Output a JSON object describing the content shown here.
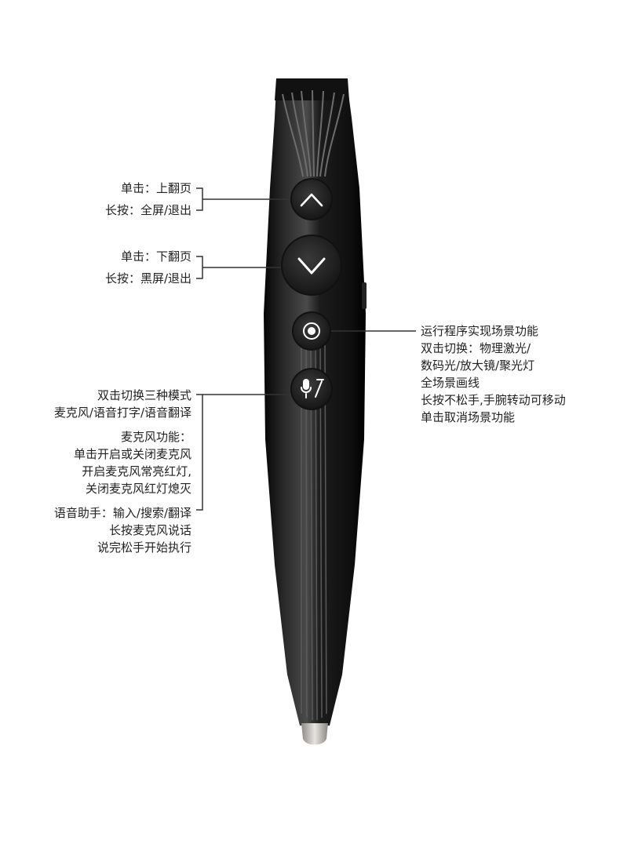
{
  "annotations": {
    "up": {
      "line1": "单击：上翻页",
      "line2": "长按：全屏/退出"
    },
    "down": {
      "line1": "单击：下翻页",
      "line2": "长按：黑屏/退出"
    },
    "laser": {
      "lines": [
        "运行程序实现场景功能",
        "双击切换：物理激光/",
        "数码光/放大镜/聚光灯",
        "全场景画线",
        "长按不松手,手腕转动可移动",
        "单击取消场景功能"
      ]
    },
    "mic": {
      "mode_lines": [
        "双击切换三种模式",
        "麦克风/语音打字/语音翻译"
      ],
      "mic_lines": [
        "麦克风功能：",
        "单击开启或关闭麦克风",
        "开启麦克风常亮红灯,",
        "关闭麦克风红灯熄灭"
      ],
      "assistant_lines": [
        "语音助手：输入/搜索/翻译",
        "长按麦克风说话",
        "说完松手开始执行"
      ]
    }
  },
  "colors": {
    "body": "#1a1a1a",
    "button": "#2a2a2a",
    "line": "#333333",
    "tip": "#c8c6c2"
  },
  "icons": {
    "up": "chevron-up-icon",
    "down": "chevron-down-icon",
    "laser": "record-circle-icon",
    "mic": "mic-translate-icon"
  }
}
